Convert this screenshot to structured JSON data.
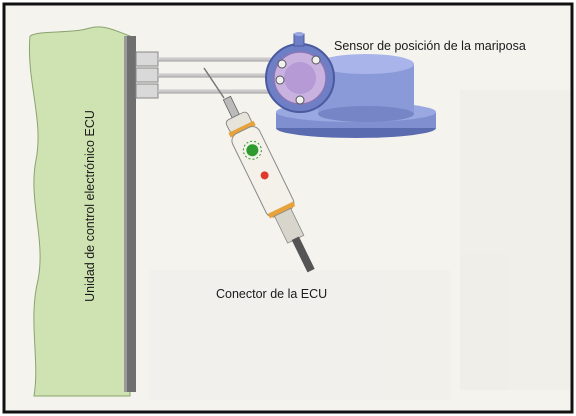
{
  "labels": {
    "ecu_unit": "Unidad de control electrónico ECU",
    "throttle_sensor": "Sensor de posición de la mariposa",
    "ecu_connector": "Conector de la ECU"
  },
  "colors": {
    "ecu_body": "#cfe3b2",
    "sensor_body": "#8a9ad8",
    "probe_body": "#f3f1ea",
    "probe_band": "#e8a23a",
    "led_green": "#2e9b2e",
    "led_red": "#e03a2a",
    "background": "#f4f2ee"
  },
  "icons": [
    "ecu-block",
    "connector-pins",
    "throttle-sensor",
    "test-probe"
  ]
}
